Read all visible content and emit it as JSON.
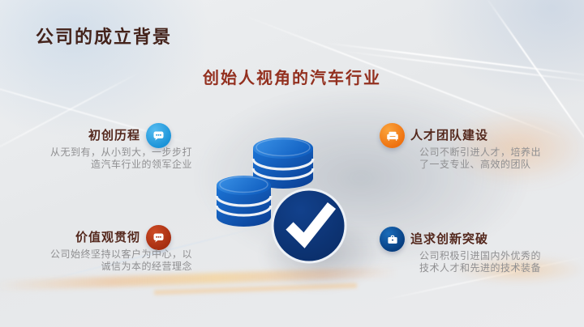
{
  "slide": {
    "title": "公司的成立背景",
    "subtitle": "创始人视角的汽车行业",
    "items": [
      {
        "title": "初创历程",
        "body": "从无到有，从小到大，一步步打造汽车行业的领军企业",
        "icon": "chat-dots-icon",
        "icon_color": "#1b93d8",
        "side": "left"
      },
      {
        "title": "人才团队建设",
        "body": "公司不断引进人才，培养出了一支专业、高效的团队",
        "icon": "armchair-icon",
        "icon_color": "#ee7110",
        "side": "right"
      },
      {
        "title": "价值观贯彻",
        "body": "公司始终坚持以客户为中心，以诚信为本的经营理念",
        "icon": "chat-dots-icon",
        "icon_color": "#a52d10",
        "side": "left"
      },
      {
        "title": "追求创新突破",
        "body": "公司积极引进国内外优秀的技术人才和先进的技术装备",
        "icon": "briefcase-icon",
        "icon_color": "#073e80",
        "side": "right"
      }
    ],
    "illustration": {
      "name": "coin-stacks-with-checkmark",
      "coin_color": "#1565c0",
      "check_circle_color": "#0a2f6e",
      "check_color": "#ffffff"
    },
    "palette": {
      "title_color": "#44231b",
      "subtitle_color": "#93301f",
      "item_title_color": "#54281d",
      "body_text_color": "#8f8f91",
      "background_base": "#e9eaec",
      "neon_line_color": "#ffffff",
      "orange_streak_color": "#f8a54a"
    }
  }
}
